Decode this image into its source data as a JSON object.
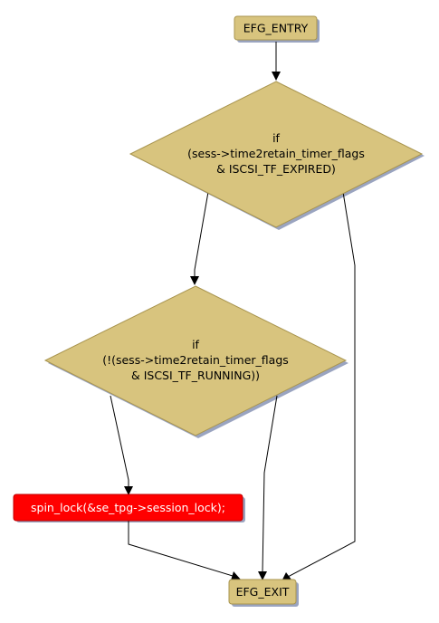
{
  "diagram": {
    "entry_label": "EFG_ENTRY",
    "exit_label": "EFG_EXIT",
    "decision1": {
      "line1": "if",
      "line2": "(sess->time2retain_timer_flags",
      "line3": "& ISCSI_TF_EXPIRED)"
    },
    "decision2": {
      "line1": "if",
      "line2": "(!(sess->time2retain_timer_flags",
      "line3": "& ISCSI_TF_RUNNING))"
    },
    "statement_label": "spin_lock(&se_tpg->session_lock);"
  },
  "colors": {
    "node_fill": "#d8c47e",
    "node_stroke": "#a8944e",
    "shadow": "#9aa4c0",
    "statement_fill": "#ff0000",
    "statement_stroke": "#c00000"
  }
}
